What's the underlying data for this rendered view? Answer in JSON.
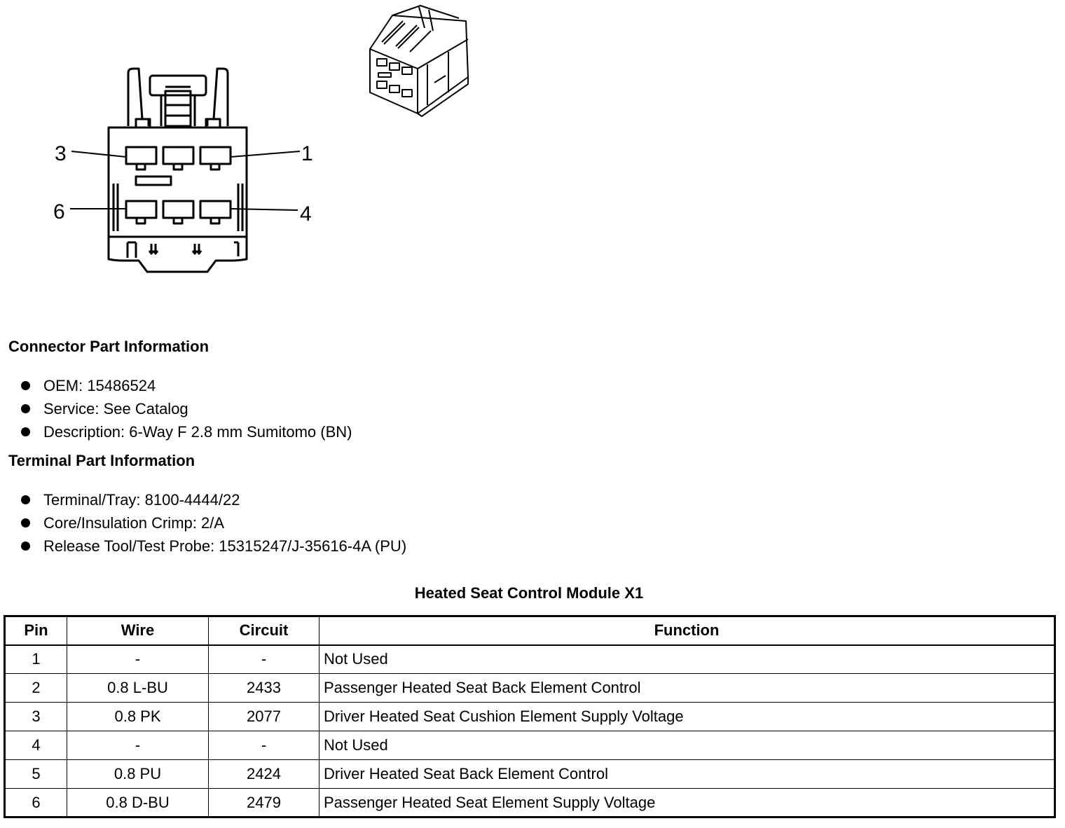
{
  "connector_view": {
    "pin_labels": [
      "3",
      "1",
      "6",
      "4"
    ]
  },
  "connector_part": {
    "heading": "Connector Part Information",
    "items": [
      "OEM: 15486524",
      "Service: See Catalog",
      "Description: 6-Way F 2.8 mm Sumitomo (BN)"
    ]
  },
  "terminal_part": {
    "heading": "Terminal Part Information",
    "items": [
      "Terminal/Tray: 8100-4444/22",
      "Core/Insulation Crimp: 2/A",
      "Release Tool/Test Probe: 15315247/J-35616-4A (PU)"
    ]
  },
  "pin_table": {
    "title": "Heated Seat Control Module X1",
    "headers": [
      "Pin",
      "Wire",
      "Circuit",
      "Function"
    ],
    "rows": [
      {
        "pin": "1",
        "wire": "-",
        "circuit": "-",
        "function": "Not Used"
      },
      {
        "pin": "2",
        "wire": "0.8 L-BU",
        "circuit": "2433",
        "function": "Passenger Heated Seat Back Element Control"
      },
      {
        "pin": "3",
        "wire": "0.8 PK",
        "circuit": "2077",
        "function": "Driver Heated Seat Cushion Element Supply Voltage"
      },
      {
        "pin": "4",
        "wire": "-",
        "circuit": "-",
        "function": "Not Used"
      },
      {
        "pin": "5",
        "wire": "0.8 PU",
        "circuit": "2424",
        "function": "Driver Heated Seat Back Element Control"
      },
      {
        "pin": "6",
        "wire": "0.8 D-BU",
        "circuit": "2479",
        "function": "Passenger Heated Seat Element Supply Voltage"
      }
    ]
  }
}
